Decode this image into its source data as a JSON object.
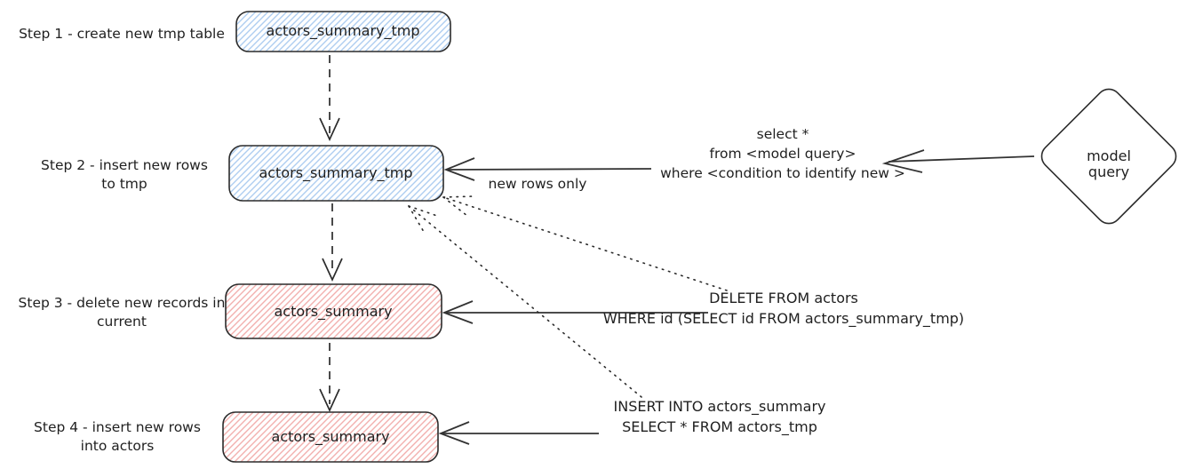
{
  "diagram": {
    "title_hint": "ETL incremental refresh flow",
    "steps": [
      {
        "label": "Step 1 - create new tmp table",
        "node": "actors_summary_tmp",
        "node_color": "blue"
      },
      {
        "label": "Step 2 - insert new rows\nto tmp",
        "node": "actors_summary_tmp",
        "node_color": "blue"
      },
      {
        "label": "Step 3 - delete new records in\ncurrent",
        "node": "actors_summary",
        "node_color": "red"
      },
      {
        "label": "Step 4 - insert new rows\ninto actors",
        "node": "actors_summary",
        "node_color": "red"
      }
    ],
    "model_query_node": "model query",
    "annotations": {
      "select_sql": "select *\nfrom <model query>\nwhere <condition to identify new >",
      "new_rows_only": "new rows only",
      "delete_sql": "DELETE FROM actors\nWHERE id (SELECT id FROM actors_summary_tmp)",
      "insert_sql": "INSERT INTO actors_summary\nSELECT * FROM actors_tmp"
    },
    "colors": {
      "blue_hatch": "#aecdf0",
      "red_hatch": "#f2b0ae",
      "ink": "#2b2b2b",
      "background": "#ffffff"
    }
  }
}
